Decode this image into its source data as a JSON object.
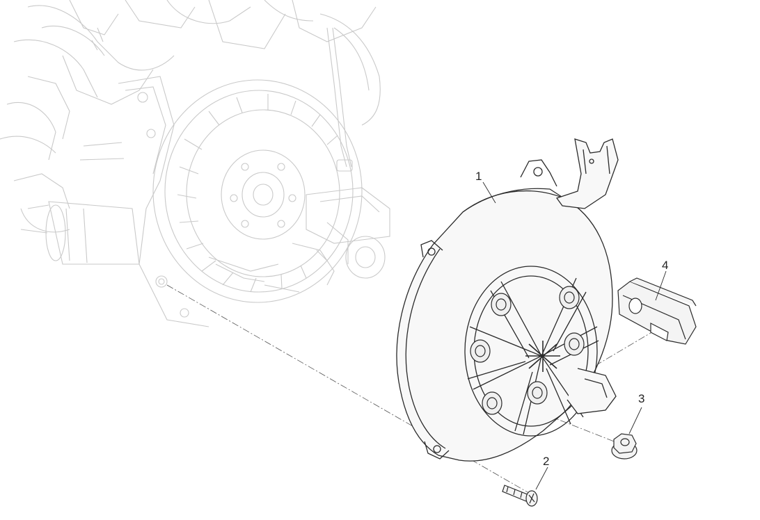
{
  "callouts": {
    "part_1": "1",
    "part_2": "2",
    "part_3": "3",
    "part_4": "4"
  },
  "colors": {
    "background": "#ffffff",
    "faded_lines": "#c9c9c9",
    "main_lines": "#2a2a2a",
    "fill": "#f6f6f6"
  }
}
